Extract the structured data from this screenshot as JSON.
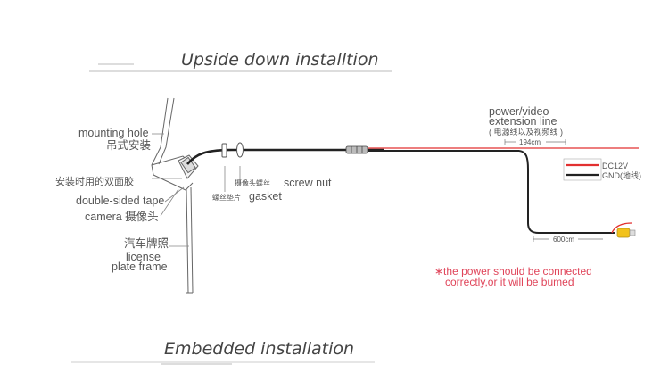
{
  "sections": {
    "top_title": "Upside down installtion",
    "bottom_title": "Embedded installation"
  },
  "labels": {
    "mounting_hole_en": "mounting hole",
    "mounting_hole_cn": "吊式安装",
    "tape_cn": "安装时用的双面胶",
    "tape_en": "double-sided tape",
    "camera": "camera 摄像头",
    "license_cn": "汽车牌照",
    "license_en_1": "license",
    "license_en_2": "plate frame",
    "washer_cn": "螺丝垫片",
    "screw_cn": "摄像头螺丝",
    "screw_en": "screw nut",
    "gasket_en": "gasket",
    "power_line_1": "power/video",
    "power_line_2": "extension line",
    "power_line_cn": "(   电源线以及视频线   )",
    "len_194": "194cm",
    "len_600": "600cm",
    "dc12v": "DC12V",
    "gnd": "GND(地线)"
  },
  "warning": {
    "line1": "∗the power should be connected",
    "line2": "correctly,or it will be bumed"
  },
  "colors": {
    "text": "#444444",
    "cable": "#222222",
    "red_wire": "#e23030",
    "warning": "#e0455a",
    "rca_yellow": "#f2c21b"
  }
}
